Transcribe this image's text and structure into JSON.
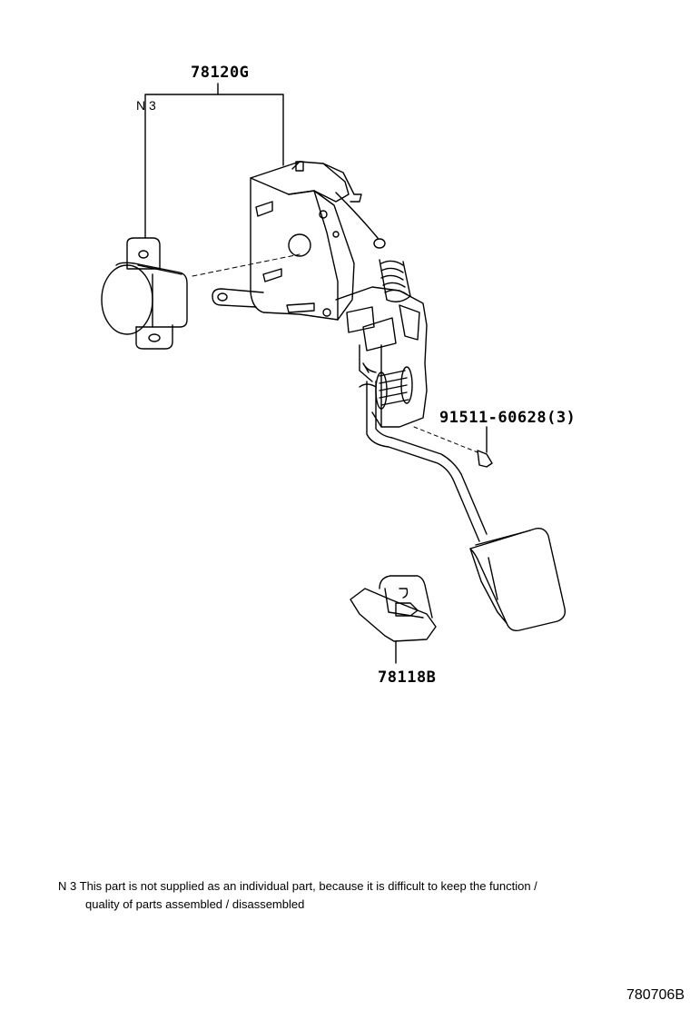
{
  "callouts": {
    "pedal_assembly": "78120G",
    "bolt": "91511-60628(3)",
    "stopper": "78118B",
    "note_marker": "N 3"
  },
  "footnote": {
    "marker": "N 3",
    "line1": "This part is not supplied as an individual part, because it is difficult to keep the function /",
    "line2": "quality of parts assembled / disassembled"
  },
  "drawing_id": "780706B"
}
